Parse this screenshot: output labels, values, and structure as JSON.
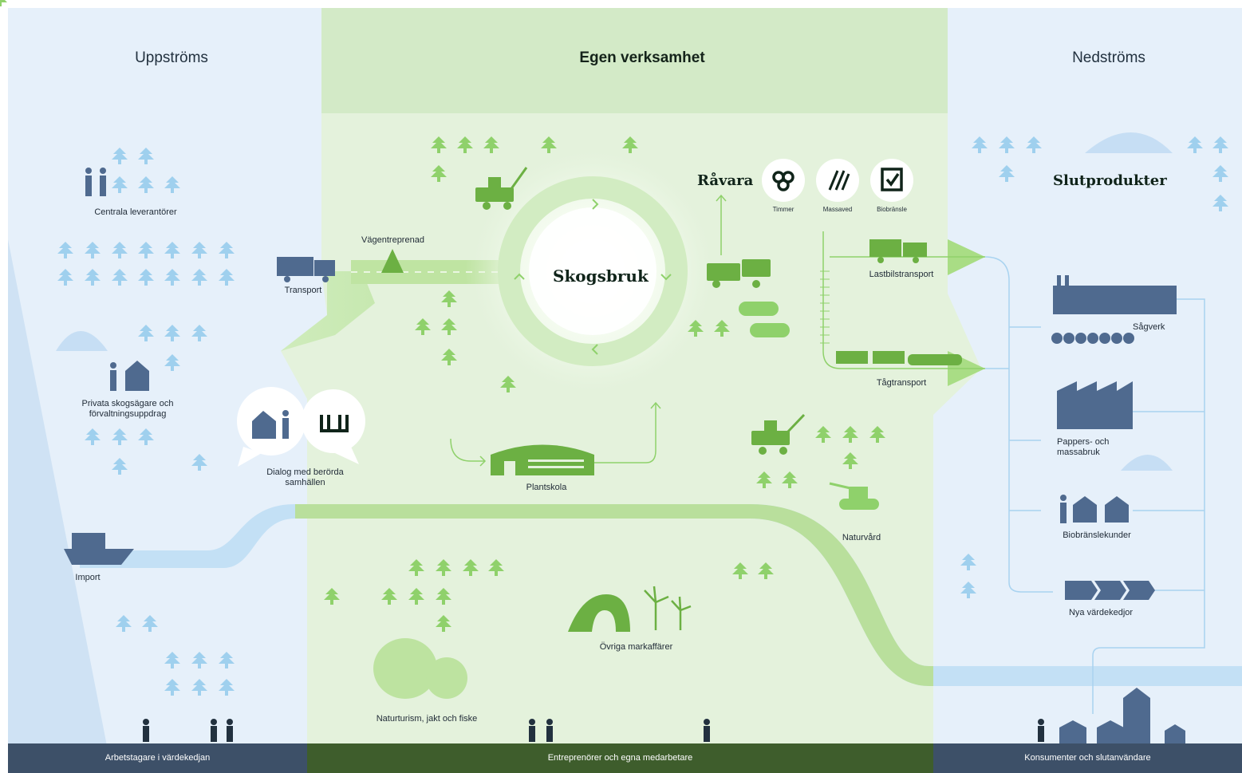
{
  "sections": {
    "upstream": "Uppströms",
    "own": "Egen verksamhet",
    "downstream": "Nedströms"
  },
  "center": {
    "label": "Skogsbruk"
  },
  "raw_material": {
    "title": "Råvara",
    "items": [
      "Timmer",
      "Massaved",
      "Biobränsle"
    ]
  },
  "end_products": {
    "title": "Slutprodukter",
    "items": [
      "Sågverk",
      "Pappers- och massabruk",
      "Biobränslekunder",
      "Nya värdekedjor"
    ]
  },
  "upstream_labels": {
    "suppliers": "Centrala leverantörer",
    "transport": "Transport",
    "private_owners": "Privata skogsägare och förvaltningsuppdrag",
    "dialog": "Dialog med berörda samhällen",
    "import": "Import"
  },
  "own_labels": {
    "road": "Vägentreprenad",
    "nursery": "Plantskola",
    "truck": "Lastbilstransport",
    "train": "Tågtransport",
    "conservation": "Naturvård",
    "land": "Övriga markaffärer",
    "tourism": "Naturturism, jakt och fiske"
  },
  "bottom": {
    "left": "Arbetstagare i värdekedjan",
    "middle": "Entreprenörer och egna medarbetare",
    "right": "Konsumenter och slutanvändare"
  },
  "colors": {
    "upstream_bg": "#e6f0fa",
    "own_bg": "#e4f2dc",
    "own_head": "#d3eac7",
    "green": "#8fd16b",
    "dark_green": "#3e5d2c",
    "blue_icon": "#9fd0ee",
    "slate": "#4f6a8f",
    "bottom_bar": "#3d5068"
  }
}
